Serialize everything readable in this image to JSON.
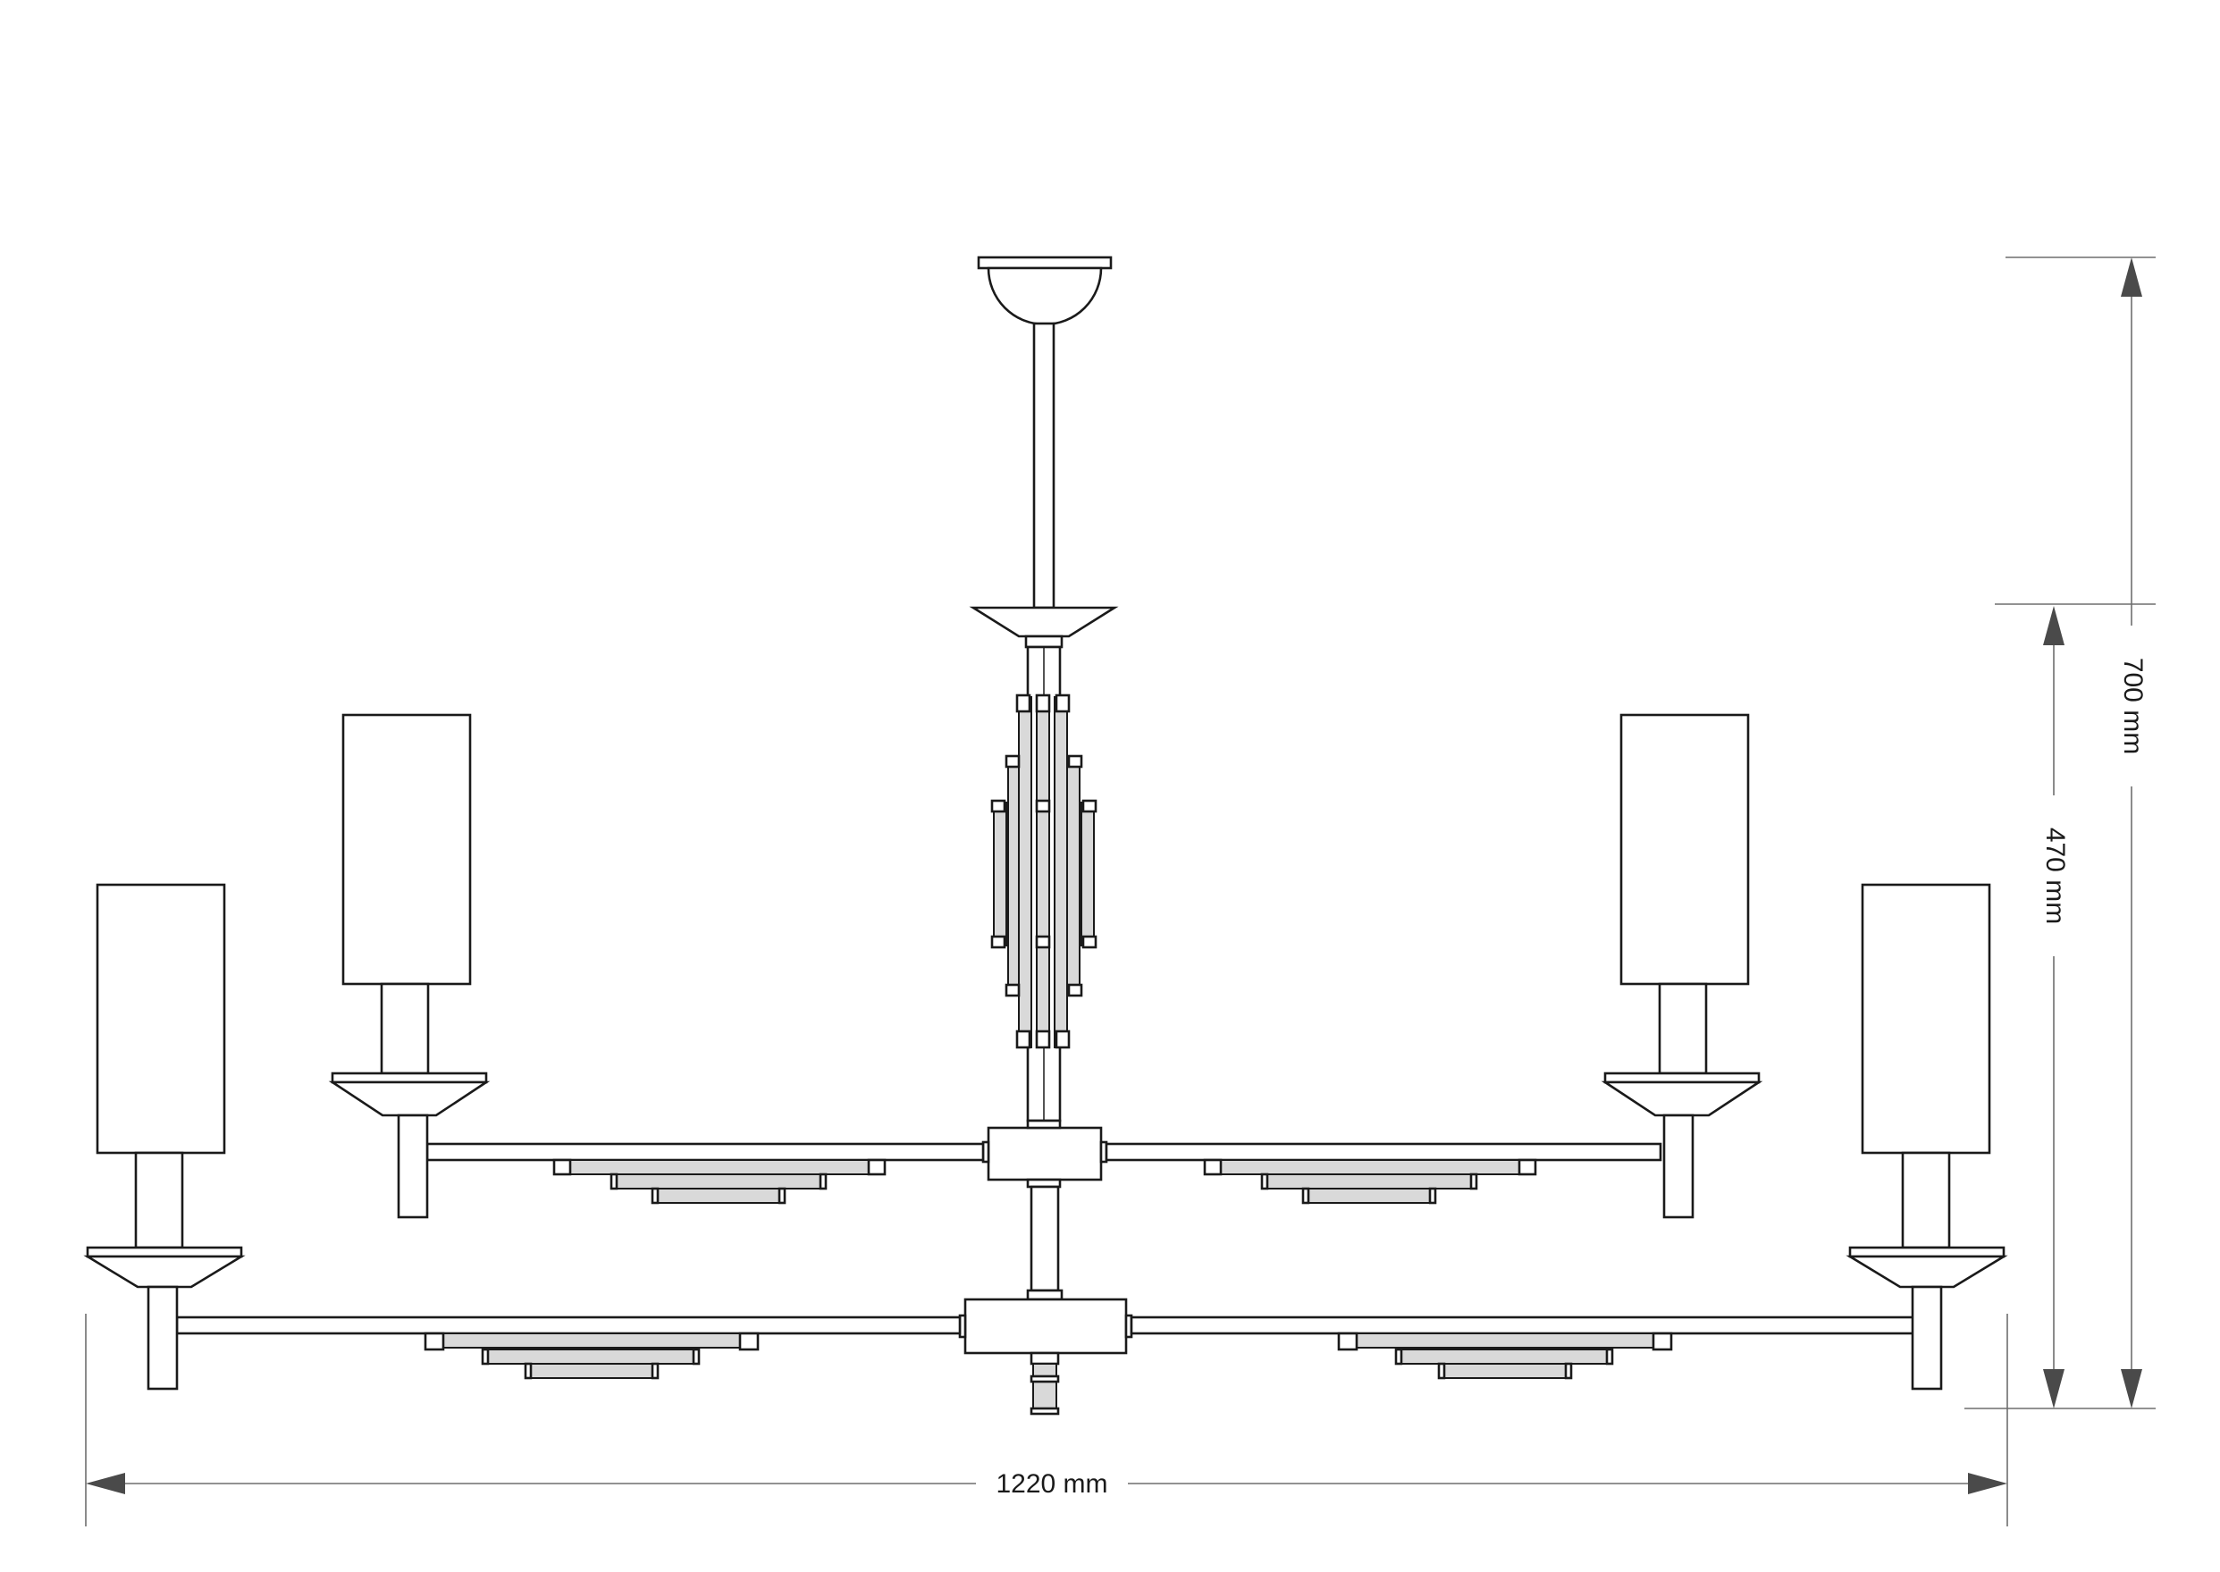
{
  "dimensions": {
    "width_label": "1220 mm",
    "total_height_label": "700 mm",
    "body_height_label": "470 mm"
  },
  "colors": {
    "line": "#1a1a1a",
    "glass_fill": "#d9d9d9",
    "dimension_line": "#6e6e6e"
  }
}
